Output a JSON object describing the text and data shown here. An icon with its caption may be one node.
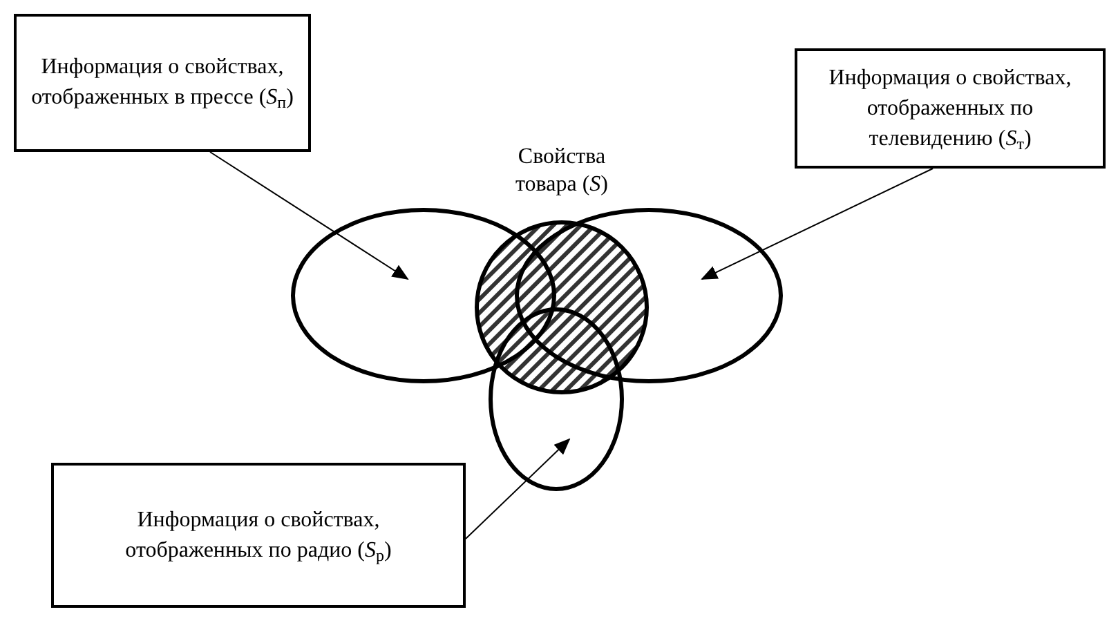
{
  "diagram": {
    "nodes": [
      {
        "text": [
          "Информация о свойствах, отображенных в прессе (*S*$_{п}$)"
        ]
      },
      {
        "text": [
          "Информация о свойствах, отображенных по телевидению (*S*$_{т}$)"
        ]
      },
      {
        "text": [
          "Свойства товара (*S*)"
        ]
      },
      {
        "text": [],
        "shape": "ellipse"
      },
      {
        "text": [],
        "shape": "ellipse"
      },
      {
        "text": [],
        "shape": "ellipse"
      },
      {
        "text": [
          "Информация о свойствах, отображенных по радио (*S*$_{р}$)"
        ]
      }
    ],
    "edges": [
      {
        "from": 0,
        "to": 3,
        "arrow": "to"
      },
      {
        "from": 1,
        "to": 4,
        "arrow": "to"
      },
      {
        "from": 6,
        "to": 5,
        "arrow": "to"
      }
    ]
  }
}
